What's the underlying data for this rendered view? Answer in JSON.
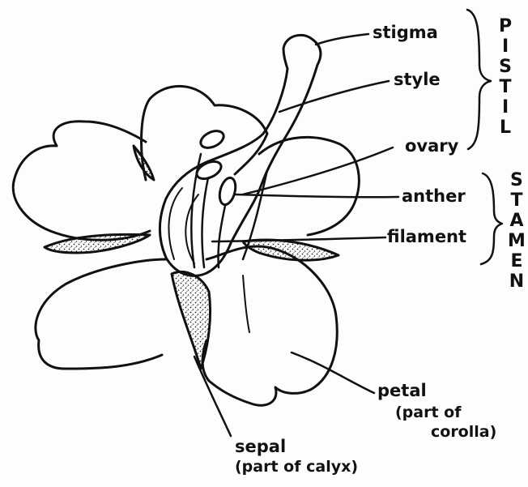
{
  "labels": {
    "stigma": "stigma",
    "style": "style",
    "ovary": "ovary",
    "anther": "anther",
    "filament": "filament",
    "petal": "petal",
    "petal_note_line1": "(part of",
    "petal_note_line2": "corolla)",
    "sepal": "sepal",
    "sepal_note": "(part of calyx)"
  },
  "groups": {
    "pistil": [
      "P",
      "I",
      "S",
      "T",
      "I",
      "L"
    ],
    "stamen": [
      "S",
      "T",
      "A",
      "M",
      "E",
      "N"
    ]
  }
}
